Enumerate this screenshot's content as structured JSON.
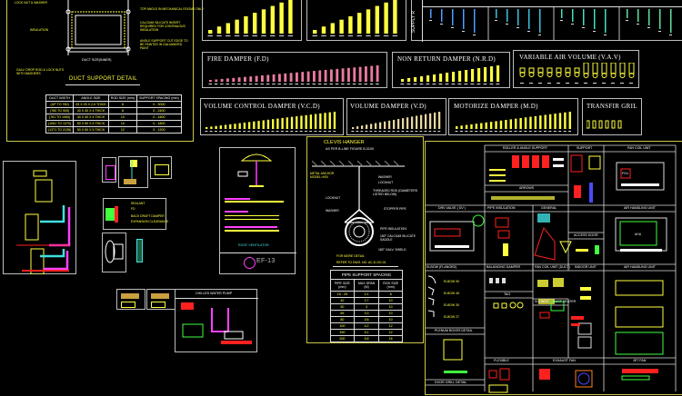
{
  "colors": {
    "background": "#000000",
    "frame": "#bdbdbd",
    "yellow": "#ffff40",
    "pink": "#e87aa0",
    "magenta": "#ff40ff",
    "cyan": "#40e0e0",
    "red": "#ff2020",
    "green": "#40ff40",
    "blue": "#4aa0ff"
  },
  "duct_support": {
    "title": "DUCT SUPPORT DETAIL",
    "labels": {
      "lock_nut": "LOCK NUT & WASHER",
      "top_angle": "TOP ANGLE IN MECHANICAL ROOMS ONLY",
      "calcium": "CALCIUM SILICATE INSERT REQUIRED FOR CONTINUOUS INSULATION",
      "insulation": "INSULATION",
      "angle_support": "ANGLE SUPPORT CUT EDGE TO BE PAINTED IN GALVANIZED PAINT",
      "duct_size": "DUCT SIZE(INNER)",
      "drop_rod": "GALV. DROP ROD & LOCK NUTS WITH WASHERS"
    },
    "table": {
      "headers": [
        "DUCT WIDTH",
        "ANGLE SIZE",
        "ROD SIZE (mm)",
        "SUPPORT SPACING (mm)"
      ],
      "rows": [
        [
          "(UP TO 760)",
          "25 X 25 X 2.5 THICK",
          "8",
          "0 - 3000"
        ],
        [
          "(760 TO 900)",
          "40 X 40 X 4 THICK",
          "8",
          "0 - 2400"
        ],
        [
          "(761 TO 1060)",
          "40 X 40 X 4 THICK",
          "10",
          "0 - 1800"
        ],
        [
          "(1061 TO 1370)",
          "50 X 50 X 5 THICK",
          "10",
          "0 - 1800"
        ],
        [
          "(1371 TO 2135)",
          "50 X 50 X 5 THICK",
          "12",
          "0 - 1200"
        ]
      ]
    }
  },
  "supply": {
    "label": "SUPPLY R"
  },
  "dampers": [
    {
      "title": "FIRE DAMPER (F.D)",
      "color": "#e87aa0"
    },
    {
      "title": "NON RETURN DAMPER (N.R.D)",
      "color": "#ffff40"
    },
    {
      "title": "VARIABLE AIR VOLUME (V.A.V)",
      "color": "#ffff40"
    },
    {
      "title": "VOLUME CONTROL DAMPER (V.C.D)",
      "color": "#ffff40"
    },
    {
      "title": "VOLUME DAMPER (V.D)",
      "color": "#e8d8a0"
    },
    {
      "title": "MOTORIZE DAMPER (M.D)",
      "color": "#ffff40"
    },
    {
      "title": "TRANSFIR GRIL",
      "color": "#ffff40"
    }
  ],
  "clevis": {
    "title": "CLEVIS HANGER",
    "subtitle": "AS PER B-LINE FIGURE B-3100",
    "labels": {
      "anchor": "METAL ANCHOR MODEL=HDI",
      "washer1": "WASHER",
      "locknut1": "LOCKNUT",
      "rod": "THREADED ROD (DIAMETERS LISTED BELOW)",
      "locknut2": "LOCKNUT",
      "washer2": "WASHER",
      "stopper": "STOPPER PIPE",
      "pipe_ins": "PIPE INSULATION",
      "saddle": "180° CALCIUM SILICATE SADDLE",
      "shield": "180° GALV. SHIELD",
      "more": "FOR MORE DETAIL",
      "refer": "REFER TO DWG. NO. AC-D-GG-01"
    },
    "table": {
      "title": "PIPE SUPPORT SPACING",
      "headers": [
        "PIPE SIZE (mm)",
        "MAX.SPAN (M)",
        "ROD SIZE (mm)"
      ],
      "rows": [
        [
          "15 - 25",
          "2.1",
          "8"
        ],
        [
          "40",
          "2.7",
          "10"
        ],
        [
          "50",
          "3",
          "10"
        ],
        [
          "65",
          "3.3",
          "10"
        ],
        [
          "80",
          "3.6",
          "10"
        ],
        [
          "100",
          "4.2",
          "12"
        ],
        [
          "150",
          "5.1",
          "12"
        ],
        [
          "200",
          "5.8",
          "16"
        ]
      ]
    }
  },
  "left": {
    "sealant": "SEALANT",
    "fd": "FD",
    "back_draft": "BACK DRAFT DAMPER",
    "expansion": "EXPANSION CLEARANCE",
    "roof": "ROOF VENTILATOR",
    "ef": "EF-13",
    "pump": "CHILLED WATER PUMP"
  },
  "grid": {
    "roller": "ROLLER & ANGLE SUPPORT",
    "support": "SUPPORT",
    "fcu": "FAN COIL UNIT",
    "arrows": "ARROWS",
    "drv": "DRV VALVE ( DV )",
    "pipe_ins": "PIPE INSULATION",
    "general": "GENERAL",
    "ahu1": "AIR HANDLING UNIT",
    "access": "ACCESS DOOR",
    "elbow": "ELBOW (FLANGED)",
    "balancing": "BALANCING DAMPER",
    "fcu_duct": "FAN COIL UNIT (DUCT)",
    "indoor": "INDOOR UNIT",
    "ahu2": "AIR HANDLING UNIT",
    "tag": "TAG",
    "plenum": "PLENUM BOXES DETAIL",
    "sounds": "SOUNDS",
    "heater": "DUCT HEATER",
    "flexible": "FLEXIBLE",
    "exhaust": "EXHAUST FAN",
    "jet": "JET FAN",
    "door": "DOOR GRILL DETAIL",
    "elbows": [
      "ELBOW 90",
      "ELBOW 45",
      "ELBOW 30",
      "ELBOW 27"
    ],
    "fcu_tag": "FCU",
    "ahu_tag": "AHU"
  }
}
